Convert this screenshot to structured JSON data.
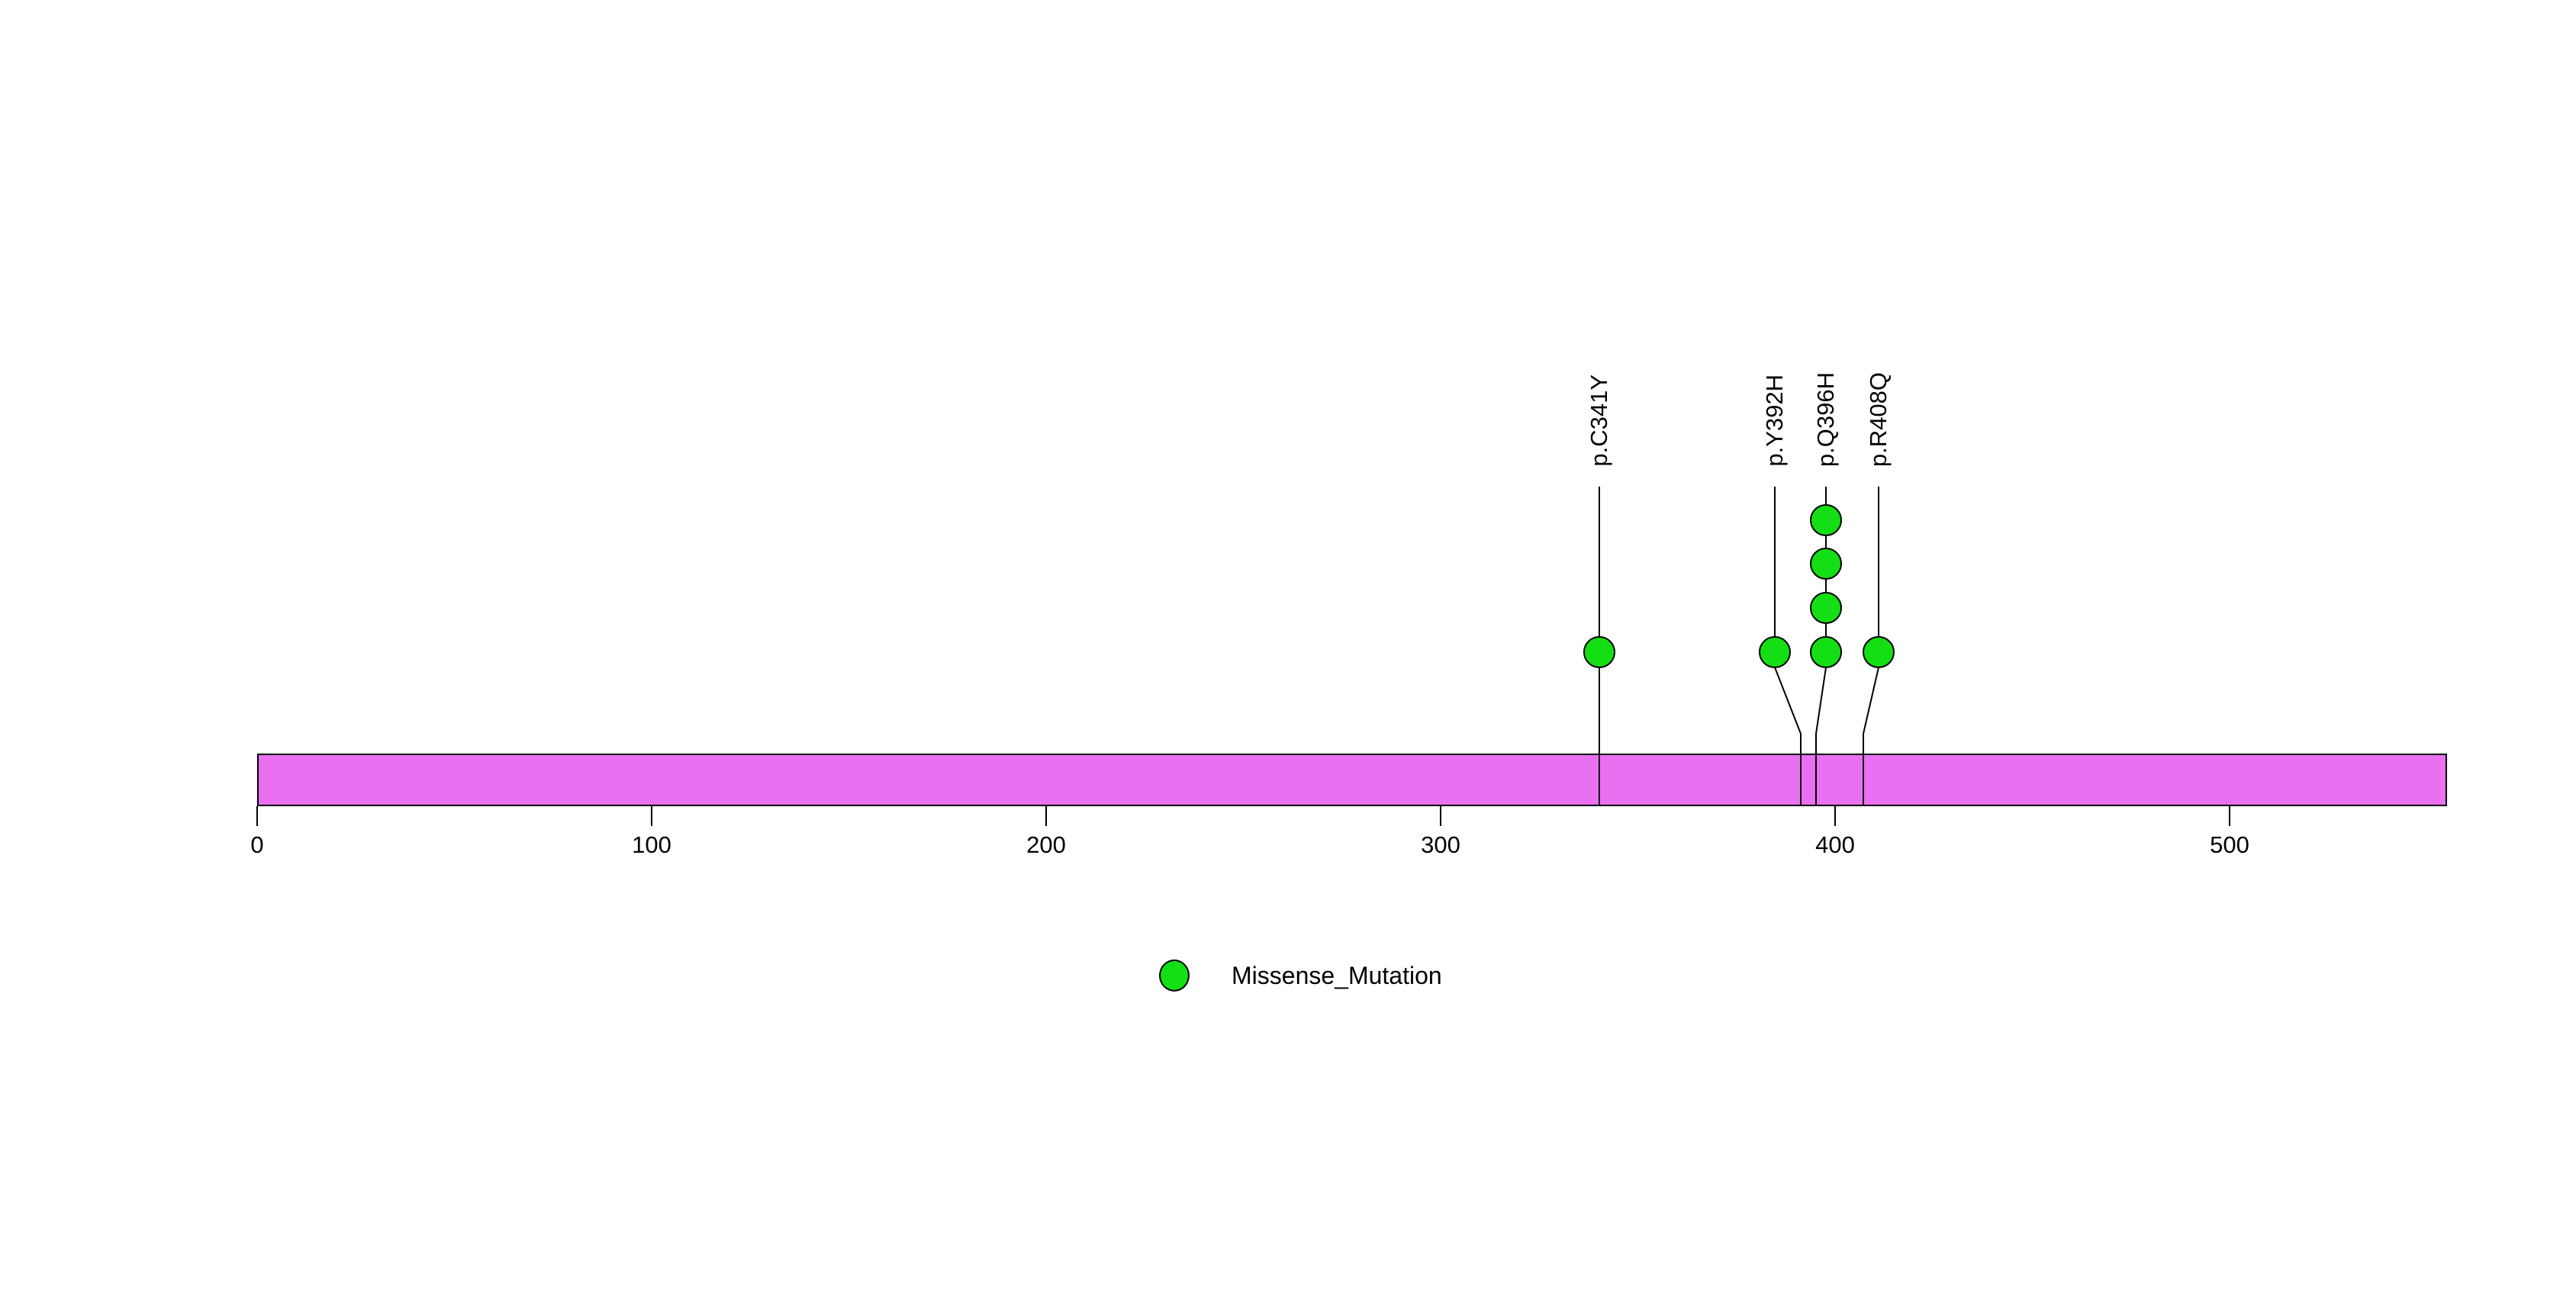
{
  "chart_data": {
    "type": "scatter",
    "subtype": "lollipop_mutation_plot",
    "title": "",
    "xlabel": "",
    "ylabel": "",
    "background_color": "#FFFFFF",
    "protein_bar": {
      "aa_start": 0,
      "aa_end": 555,
      "fill_color": "#EA70F2",
      "outline_color": "#000000"
    },
    "x_axis": {
      "range": [
        0,
        555
      ],
      "tick_values": [
        0,
        100,
        200,
        300,
        400,
        500
      ],
      "tick_labels": [
        "0",
        "100",
        "200",
        "300",
        "400",
        "500"
      ],
      "grid": "off"
    },
    "marker": {
      "shape": "circle",
      "fill_color": "#14DF14",
      "stroke_color": "#000000"
    },
    "mutations": [
      {
        "label": "p.C341Y",
        "position": 341,
        "count": 1,
        "type": "Missense_Mutation"
      },
      {
        "label": "p.Y392H",
        "position": 392,
        "count": 1,
        "type": "Missense_Mutation"
      },
      {
        "label": "p.Q396H",
        "position": 396,
        "count": 4,
        "type": "Missense_Mutation"
      },
      {
        "label": "p.R408Q",
        "position": 408,
        "count": 1,
        "type": "Missense_Mutation"
      }
    ],
    "legend": {
      "position": "bottom-center",
      "items": [
        {
          "label": "Missense_Mutation",
          "color": "#14DF14",
          "marker": "circle"
        }
      ]
    }
  }
}
